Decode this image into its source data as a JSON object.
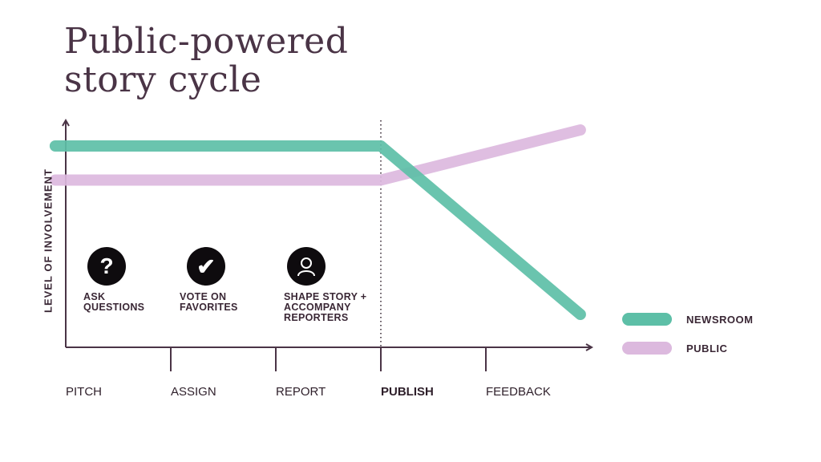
{
  "title": {
    "line1": "Public-powered",
    "line2": "story cycle"
  },
  "chart_data": {
    "type": "line",
    "categories": [
      "PITCH",
      "ASSIGN",
      "REPORT",
      "PUBLISH",
      "FEEDBACK"
    ],
    "highlight_category": "PUBLISH",
    "ylabel": "LEVEL OF INVOLVEMENT",
    "ylim": [
      0,
      10
    ],
    "series": [
      {
        "name": "NEWSROOM",
        "color": "#5dbfa7",
        "points": [
          [
            -0.1,
            9.2
          ],
          [
            3.0,
            9.2
          ],
          [
            4.9,
            0.8
          ]
        ]
      },
      {
        "name": "PUBLIC",
        "color": "#dcb9de",
        "points": [
          [
            -0.1,
            7.5
          ],
          [
            3.0,
            7.5
          ],
          [
            4.9,
            10.0
          ]
        ]
      }
    ],
    "divider_at": "PUBLISH",
    "legend_position": "right"
  },
  "actions": [
    {
      "icon": "question-icon",
      "glyph": "?",
      "label": "ASK\nQUESTIONS"
    },
    {
      "icon": "checkmark-icon",
      "glyph": "✔",
      "label": "VOTE ON\nFAVORITES"
    },
    {
      "icon": "person-icon",
      "glyph": "",
      "label": "SHAPE STORY +\nACCOMPANY\nREPORTERS"
    }
  ]
}
